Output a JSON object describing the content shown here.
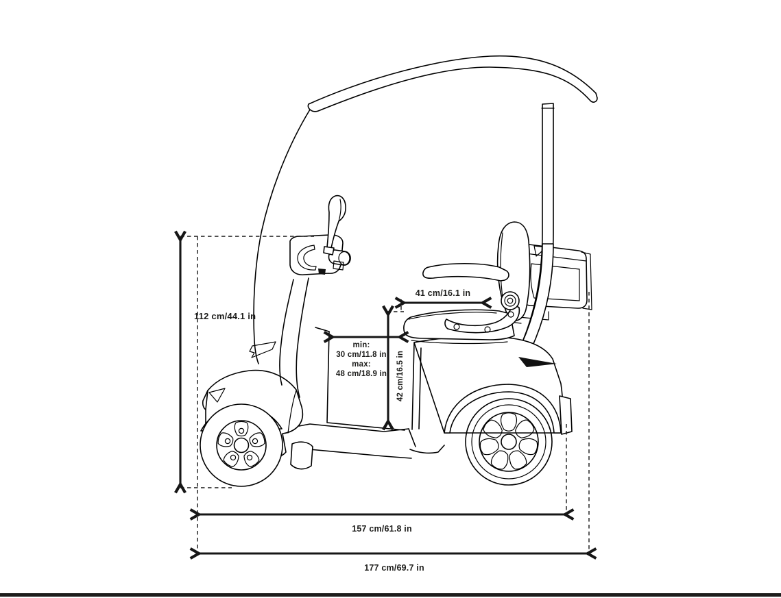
{
  "diagram": {
    "subject": "mobility-scooter-side-view-dimension-drawing",
    "colors": {
      "line": "#000000",
      "text": "#1d1d1b",
      "background": "#ffffff",
      "accent": "#161616"
    },
    "dimensions": {
      "overall_height": {
        "label": "112 cm/44.1 in"
      },
      "seat_depth": {
        "label": "41 cm/16.1 in"
      },
      "legroom": {
        "lines": [
          "min:",
          "30 cm/11.8 in",
          "max:",
          "48 cm/18.9 in"
        ]
      },
      "seat_height": {
        "label": "42 cm/16.5 in"
      },
      "body_length": {
        "label": "157 cm/61.8 in"
      },
      "overall_length": {
        "label": "177 cm/69.7 in"
      }
    }
  }
}
